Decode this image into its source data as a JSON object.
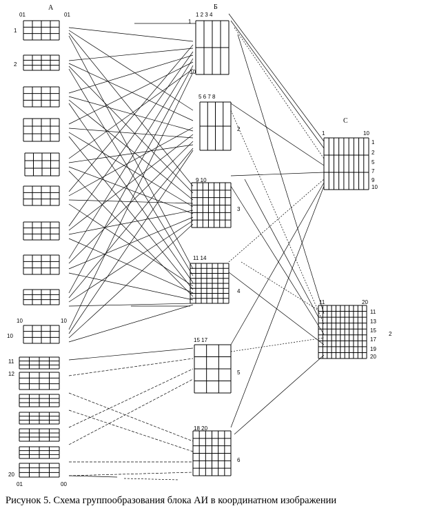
{
  "caption": "Рисунок 5. Схема группообразования блока АИ в координатном изображении",
  "blocks": {
    "A": {
      "name": "А",
      "labels": {
        "top_left": "01",
        "top_right": "01",
        "row1": "1",
        "row2": "2",
        "mid_left": "10",
        "mid_right": "10",
        "mid_row": "10",
        "row11": "11",
        "row12": "12",
        "bottom_row": "20",
        "bottom_left": "01",
        "bottom_right": "00"
      }
    },
    "B": {
      "name": "Б",
      "top_digits": "1 2 3 4",
      "left_1": "1",
      "left_10": "10",
      "sub2_digits": "5 6 7 8",
      "sub2_num": "2",
      "sub3_digits": "9 10",
      "sub3_num": "3",
      "sub4_digits": "11 14",
      "sub4_num": "4",
      "sub5_digits": "15 17",
      "sub5_num": "5",
      "sub6_digits": "18 20",
      "sub6_num": "6"
    },
    "C": {
      "name": "С",
      "top_left": "1",
      "top_right": "10",
      "rows": [
        "1",
        "2",
        "5",
        "7",
        "9",
        "10"
      ],
      "sub2_top_left": "11",
      "sub2_top_right": "20",
      "sub2_num": "2",
      "sub2_rows": [
        "11",
        "13",
        "15",
        "17",
        "19",
        "20"
      ]
    }
  }
}
